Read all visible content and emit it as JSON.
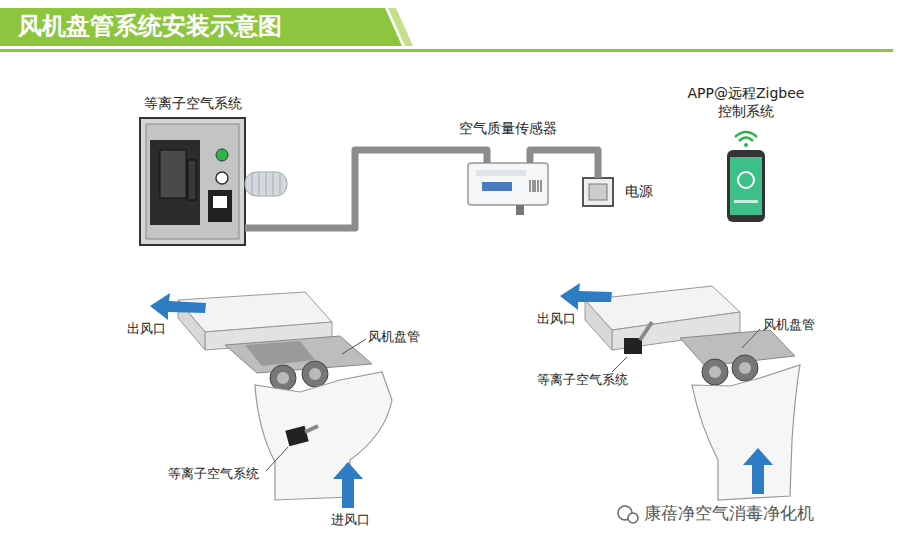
{
  "diagram": {
    "title": "风机盘管系统安装示意图",
    "nodes": [
      {
        "text": [
          "等离子空气系统"
        ]
      },
      {
        "text": [
          "空气质量传感器"
        ]
      },
      {
        "text": [
          "电源"
        ]
      },
      {
        "text": [
          "APP@远程Zigbee 控制系统"
        ]
      }
    ],
    "edges": [
      {
        "from": 0,
        "to": 1,
        "arrow": "none"
      },
      {
        "from": 1,
        "to": 2,
        "arrow": "none"
      }
    ],
    "labels": [
      "出风口",
      "风机盘管",
      "等离子空气系统",
      "进风口",
      "出风口",
      "风机盘管",
      "等离子空气系统",
      "康蓓净空气消毒净化机"
    ]
  }
}
